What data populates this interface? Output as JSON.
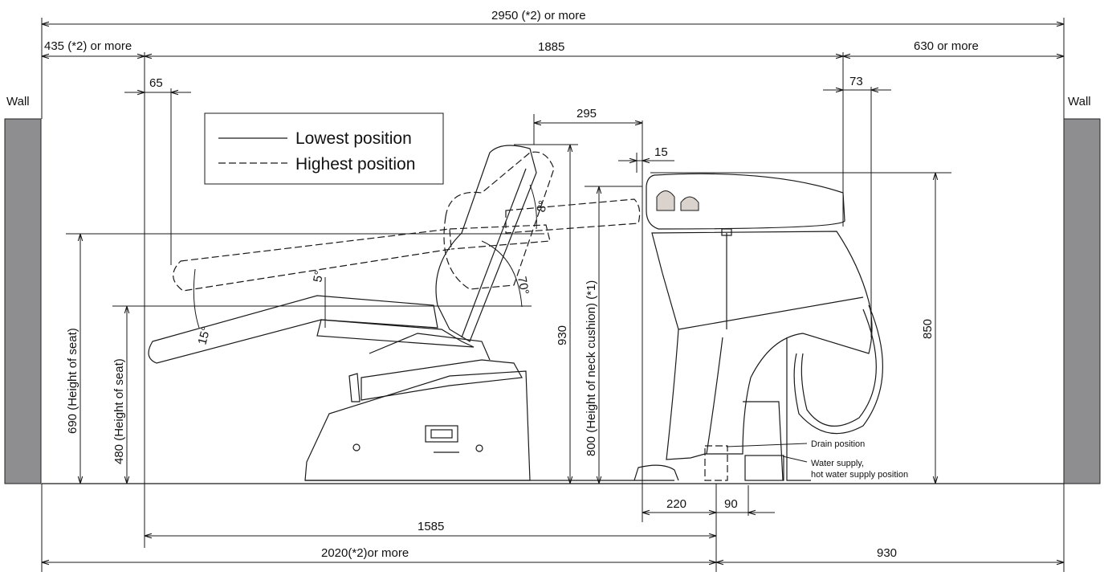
{
  "labels": {
    "wall_left": "Wall",
    "wall_right": "Wall",
    "total_width": "2950 (*2) or more",
    "left_clearance": "435 (*2) or more",
    "chair_span": "1885",
    "right_clearance": "630 or more",
    "d65": "65",
    "d73": "73",
    "d295": "295",
    "d15": "15",
    "legend_lowest": "Lowest position",
    "legend_highest": "Highest position",
    "angle_8": "8°",
    "angle_5": "5°",
    "angle_70": "70°",
    "angle_15": "15°",
    "h690": "690 (Height of seat)",
    "h480": "480 (Height of seat)",
    "h930": "930",
    "h800": "800 (Height of neck cushion) (*1)",
    "h850": "850",
    "drain": "Drain position",
    "water_line1": "Water supply,",
    "water_line2": "hot water supply position",
    "d220": "220",
    "d90": "90",
    "d1585": "1585",
    "d2020": "2020(*2)or more",
    "d930_bottom": "930"
  }
}
